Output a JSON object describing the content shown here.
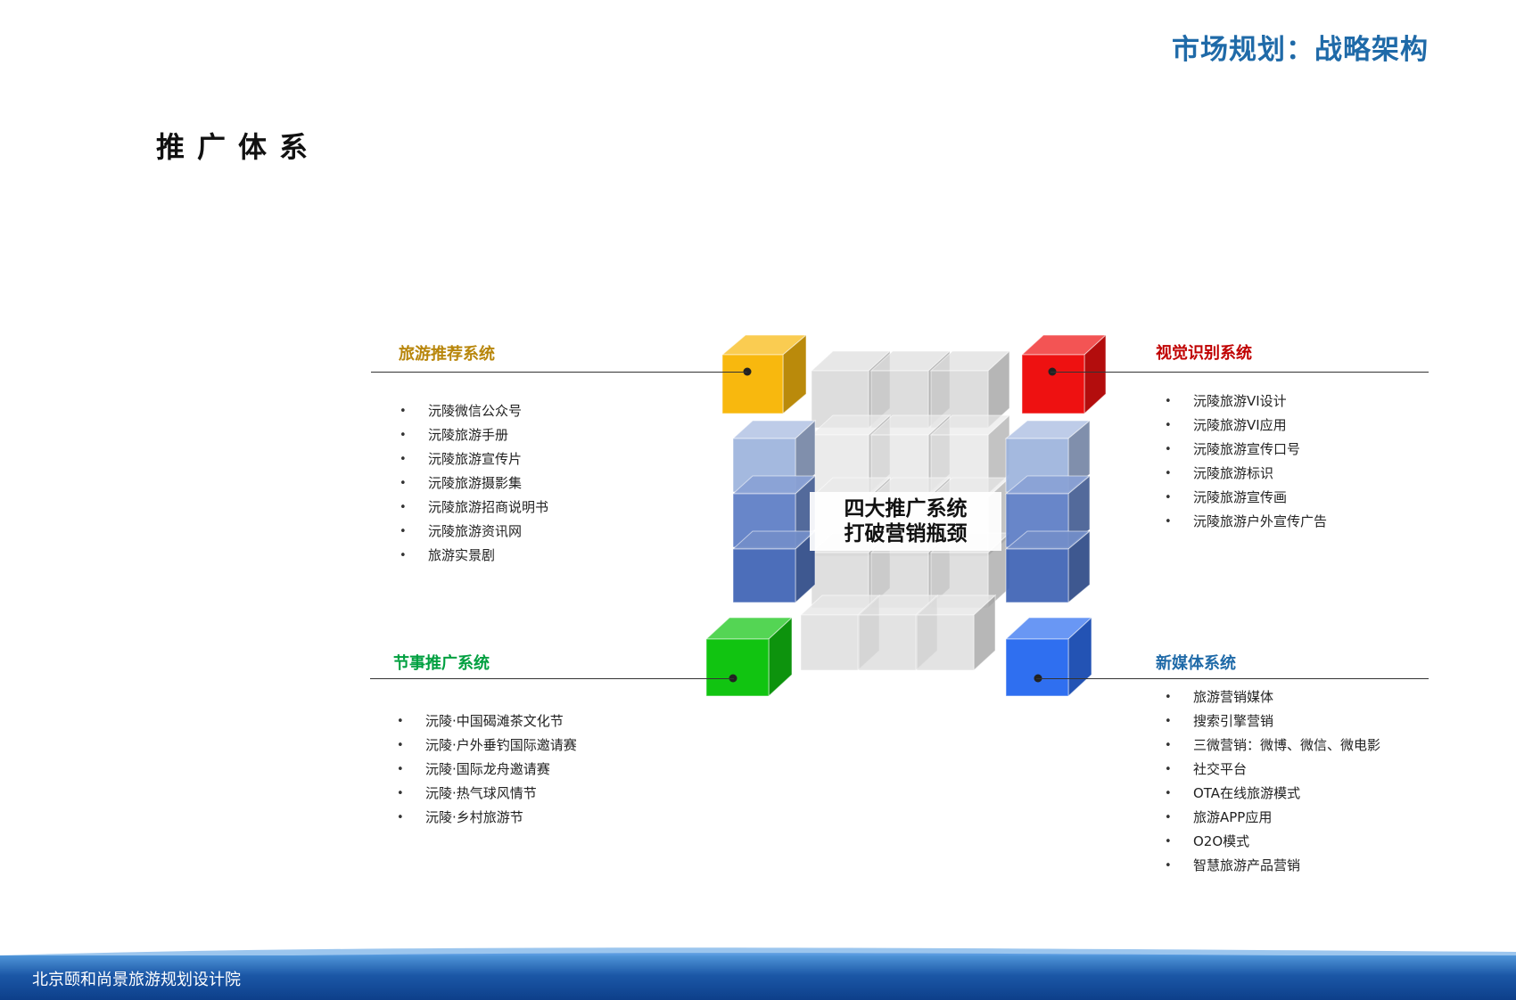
{
  "header": {
    "title": "市场规划：战略架构"
  },
  "section": {
    "title": "推广体系"
  },
  "center": {
    "line1": "四大推广系统",
    "line2": "打破营销瓶颈"
  },
  "groups": {
    "top_left": {
      "title": "旅游推荐系统",
      "color": "#b8860b",
      "cube_color": "#f8b80e",
      "items": [
        "沅陵微信公众号",
        "沅陵旅游手册",
        "沅陵旅游宣传片",
        "沅陵旅游摄影集",
        "沅陵旅游招商说明书",
        "沅陵旅游资讯网",
        "旅游实景剧"
      ]
    },
    "top_right": {
      "title": "视觉识别系统",
      "color": "#c00000",
      "cube_color": "#ee1111",
      "items": [
        " 沅陵旅游VI设计",
        " 沅陵旅游VI应用",
        "沅陵旅游宣传口号",
        "沅陵旅游标识",
        "沅陵旅游宣传画",
        "沅陵旅游户外宣传广告"
      ]
    },
    "bottom_left": {
      "title": "节事推广系统",
      "color": "#00a040",
      "cube_color": "#11c411",
      "items": [
        "沅陵·中国碣滩茶文化节",
        "沅陵·户外垂钓国际邀请赛",
        "沅陵·国际龙舟邀请赛",
        "沅陵·热气球风情节",
        "沅陵·乡村旅游节"
      ]
    },
    "bottom_right": {
      "title": "新媒体系统",
      "color": "#1f6aa8",
      "cube_color": "#2f6ff0",
      "items": [
        "旅游营销媒体",
        "搜索引擎营销",
        "三微营销：微博、微信、微电影",
        "社交平台",
        "OTA在线旅游模式",
        "旅游APP应用",
        "O2O模式",
        "智慧旅游产品营销"
      ]
    }
  },
  "footer": {
    "text": "北京颐和尚景旅游规划设计院"
  }
}
